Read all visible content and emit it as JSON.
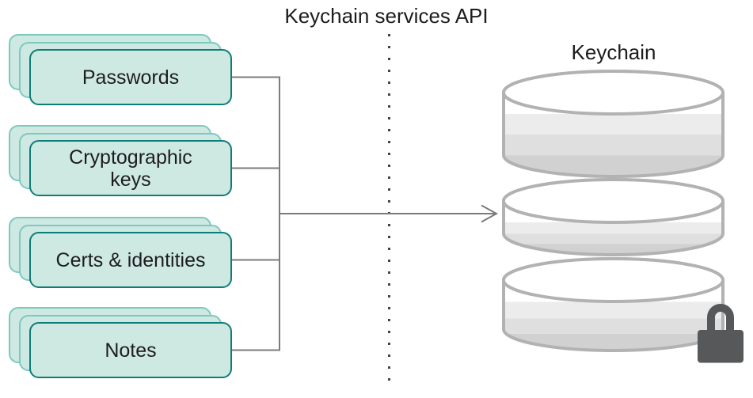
{
  "diagram": {
    "api_label": "Keychain services API",
    "keychain_label": "Keychain"
  },
  "cards": [
    {
      "label": "Passwords"
    },
    {
      "label": "Cryptographic\nkeys"
    },
    {
      "label": "Certs & identities"
    },
    {
      "label": "Notes"
    }
  ],
  "icons": [
    {
      "name": "keychain-database-icon",
      "shape": "three stacked gray discs (database cylinder)"
    },
    {
      "name": "lock-icon",
      "shape": "dark gray padlock"
    }
  ],
  "colors": {
    "background": "#ffffff",
    "card_fill": "#cee8e2",
    "card_border_front": "#0e7c78",
    "card_border_back": "#7cc9c1",
    "connector": "#7b7b7b",
    "dotted_boundary": "#424242",
    "database_outline": "#b2b2b2",
    "database_bands": [
      "#ffffff",
      "#ececec",
      "#dfdfdf",
      "#d1d1d1"
    ],
    "lock": "#57585a",
    "text": "#1d1d1f"
  }
}
